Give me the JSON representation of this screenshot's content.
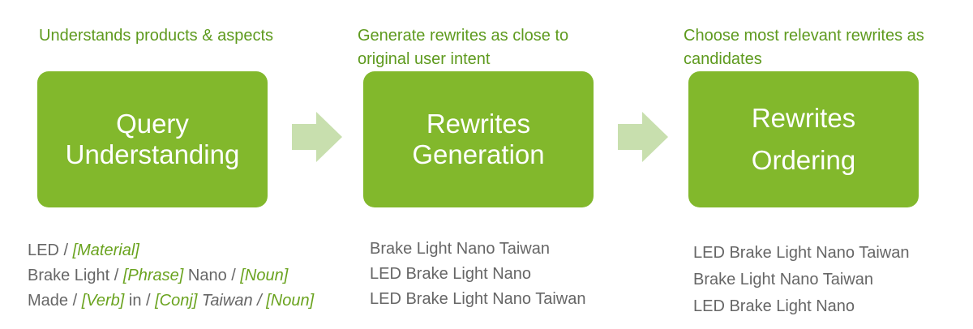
{
  "stages": [
    {
      "caption": [
        "Understands products & aspects"
      ],
      "title_lines": [
        "Query",
        "Understanding"
      ]
    },
    {
      "caption": [
        "Generate rewrites as close to",
        "original user intent"
      ],
      "title_lines": [
        "Rewrites",
        "Generation"
      ]
    },
    {
      "caption": [
        "Choose most relevant rewrites as",
        "candidates"
      ],
      "title_lines": [
        "Rewrites",
        "Ordering"
      ]
    }
  ],
  "tagged_query": {
    "line1": {
      "word": "LED",
      "sep": " / ",
      "tag": "[Material]"
    },
    "line2": {
      "word1": "Brake Light",
      "sep1": " / ",
      "tag1": "[Phrase]",
      "word2": " Nano",
      "sep2": " / ",
      "tag2": "[Noun]"
    },
    "line3": {
      "word1": "Made",
      "sep1": " / ",
      "tag1": "[Verb]",
      "word2": " in",
      "sep2": " / ",
      "tag2": "[Conj]",
      "word3": " Taiwan",
      "sep3": " / ",
      "tag3": "[Noun]"
    }
  },
  "generated_rewrites": [
    "Brake Light Nano Taiwan",
    "LED Brake Light Nano",
    "LED Brake Light Nano Taiwan"
  ],
  "ordered_rewrites": [
    "LED Brake Light Nano Taiwan",
    "Brake Light Nano Taiwan",
    "LED Brake Light Nano"
  ],
  "colors": {
    "box": "#82b82c",
    "caption": "#5e9a1e",
    "arrow": "#c8dfae",
    "tag": "#6aa31f",
    "text": "#666666"
  }
}
